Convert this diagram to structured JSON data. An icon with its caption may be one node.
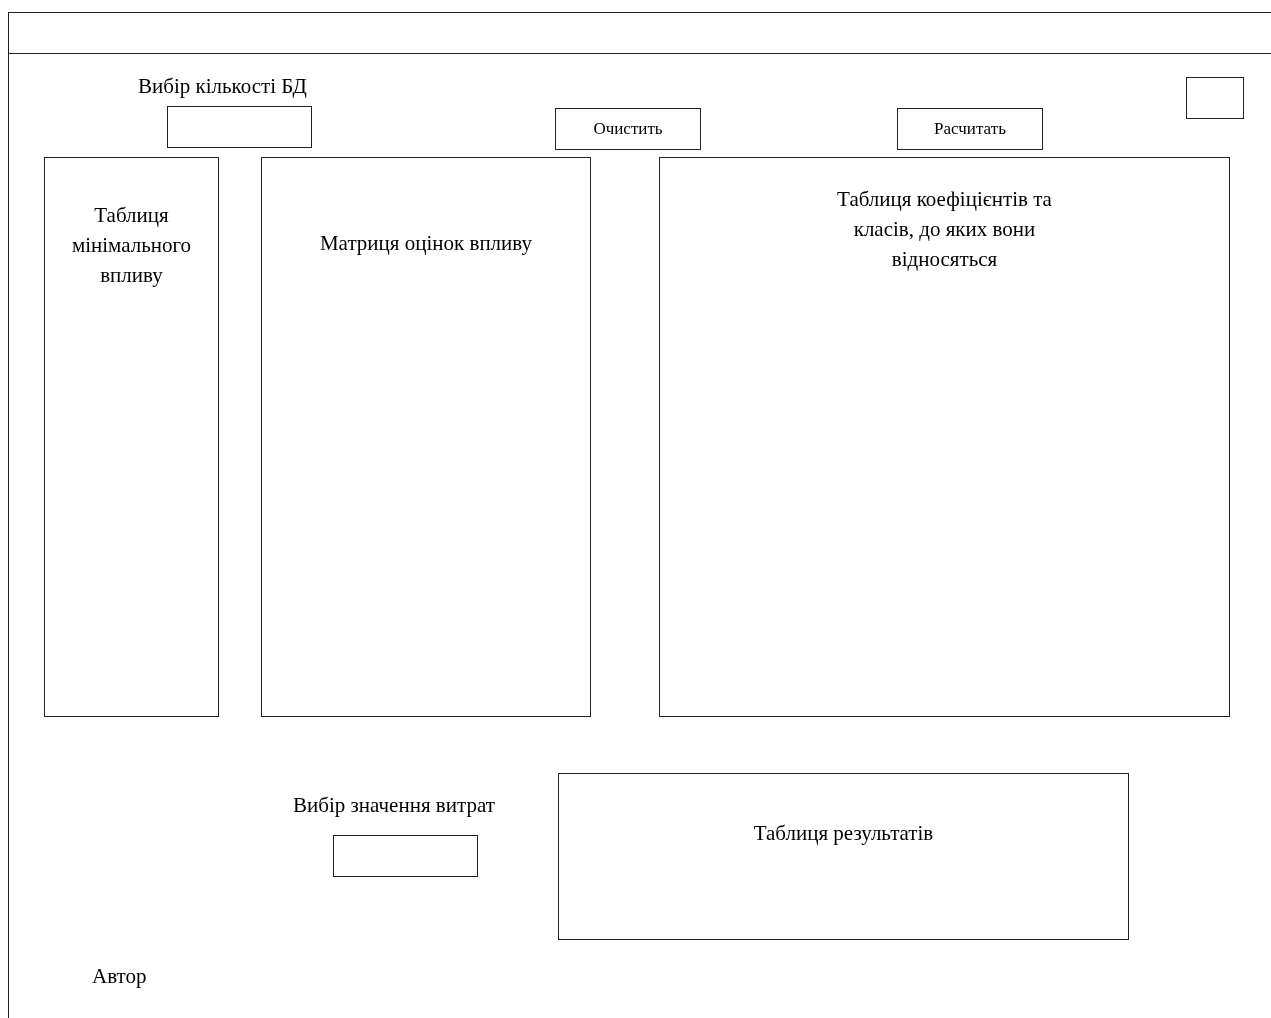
{
  "diagram": {
    "nodes": [
      {
        "text": [],
        "shape": "box"
      },
      {
        "text": [],
        "shape": "box",
        "in": 0
      },
      {
        "text": [],
        "shape": "box",
        "in": 0
      },
      {
        "text": [
          "Очистить"
        ],
        "in": 0
      },
      {
        "text": [
          "Расчитать"
        ],
        "in": 0
      },
      {
        "text": [
          "Таблиця мінімального впливу"
        ],
        "in": 0
      },
      {
        "text": [
          "Матриця оцінок впливу"
        ],
        "in": 0
      },
      {
        "text": [
          "Таблиця коефіцієнтів та класів, до яких вони відносяться"
        ],
        "in": 0
      },
      {
        "text": [
          "Таблиця результатів"
        ],
        "in": 0
      },
      {
        "text": [],
        "shape": "box",
        "in": 0
      }
    ],
    "edges": [],
    "labels": [
      "Вибір кількості БД",
      "Вибір значення витрат",
      "Автор"
    ]
  }
}
